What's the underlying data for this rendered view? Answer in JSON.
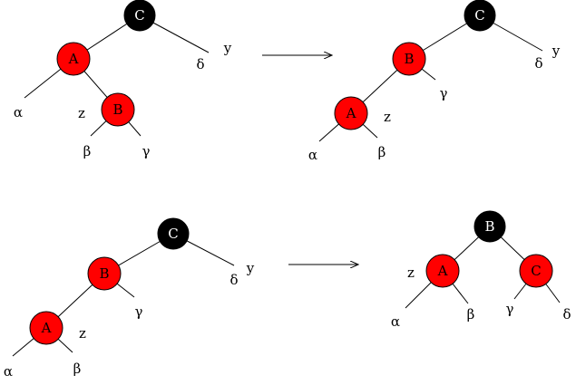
{
  "colors": {
    "red": "#ff0000",
    "black": "#000000",
    "red_text": "#000000",
    "black_text": "#ffffff"
  },
  "diagrams": [
    {
      "nodes": [
        {
          "label": "C",
          "color": "black"
        },
        {
          "label": "A",
          "color": "red"
        },
        {
          "label": "B",
          "color": "red"
        }
      ],
      "free_labels": [
        "y",
        "δ",
        "α",
        "z",
        "β",
        "γ"
      ]
    },
    {
      "nodes": [
        {
          "label": "C",
          "color": "black"
        },
        {
          "label": "B",
          "color": "red"
        },
        {
          "label": "A",
          "color": "red"
        }
      ],
      "free_labels": [
        "y",
        "δ",
        "γ",
        "z",
        "α",
        "β"
      ]
    },
    {
      "nodes": [
        {
          "label": "C",
          "color": "black"
        },
        {
          "label": "B",
          "color": "red"
        },
        {
          "label": "A",
          "color": "red"
        }
      ],
      "free_labels": [
        "y",
        "δ",
        "γ",
        "z",
        "α",
        "β"
      ]
    },
    {
      "nodes": [
        {
          "label": "B",
          "color": "black"
        },
        {
          "label": "A",
          "color": "red"
        },
        {
          "label": "C",
          "color": "red"
        }
      ],
      "free_labels": [
        "z",
        "α",
        "β",
        "γ",
        "δ"
      ]
    }
  ]
}
